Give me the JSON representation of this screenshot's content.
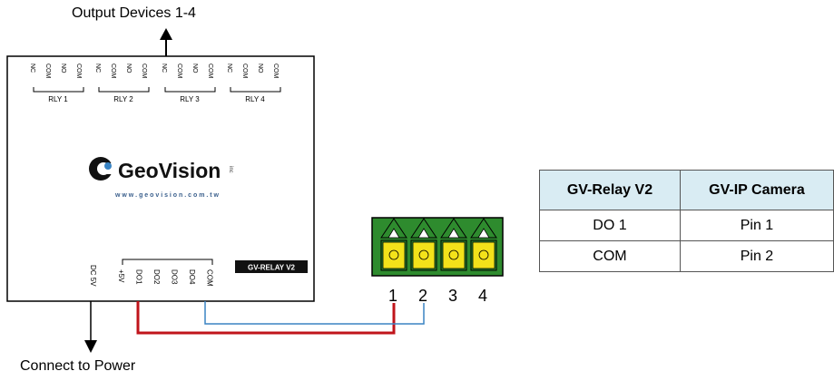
{
  "top_label": "Output Devices 1-4",
  "bottom_label": "Connect to Power",
  "device": {
    "logo_text": "GeoVision",
    "logo_suffix": "inc",
    "website": "w w w . g e o v i s i o n . c o m . t w",
    "model_badge": "GV-RELAY V2",
    "relays": [
      {
        "label": "RLY 1",
        "pins": [
          "NC",
          "COM",
          "NO",
          "COM"
        ]
      },
      {
        "label": "RLY 2",
        "pins": [
          "NC",
          "COM",
          "NO",
          "COM"
        ]
      },
      {
        "label": "RLY 3",
        "pins": [
          "NC",
          "COM",
          "NO",
          "COM"
        ]
      },
      {
        "label": "RLY 4",
        "pins": [
          "NC",
          "COM",
          "NO",
          "COM"
        ]
      }
    ],
    "power_pin": "DC 5V",
    "bottom_pins": [
      "+5V",
      "DO1",
      "DO2",
      "DO3",
      "DO4",
      "COM"
    ]
  },
  "connector": {
    "pin_numbers": [
      "1",
      "2",
      "3",
      "4"
    ]
  },
  "wires": {
    "red_color": "#c0141b",
    "blue_color": "#3a84c4"
  },
  "colors": {
    "connector_green": "#2e8b2e",
    "connector_yellow": "#f3e21a",
    "table_header_bg": "#d9ecf3",
    "badge_bg": "#111111"
  },
  "table": {
    "headers": [
      "GV-Relay V2",
      "GV-IP Camera"
    ],
    "rows": [
      [
        "DO 1",
        "Pin 1"
      ],
      [
        "COM",
        "Pin 2"
      ]
    ]
  }
}
